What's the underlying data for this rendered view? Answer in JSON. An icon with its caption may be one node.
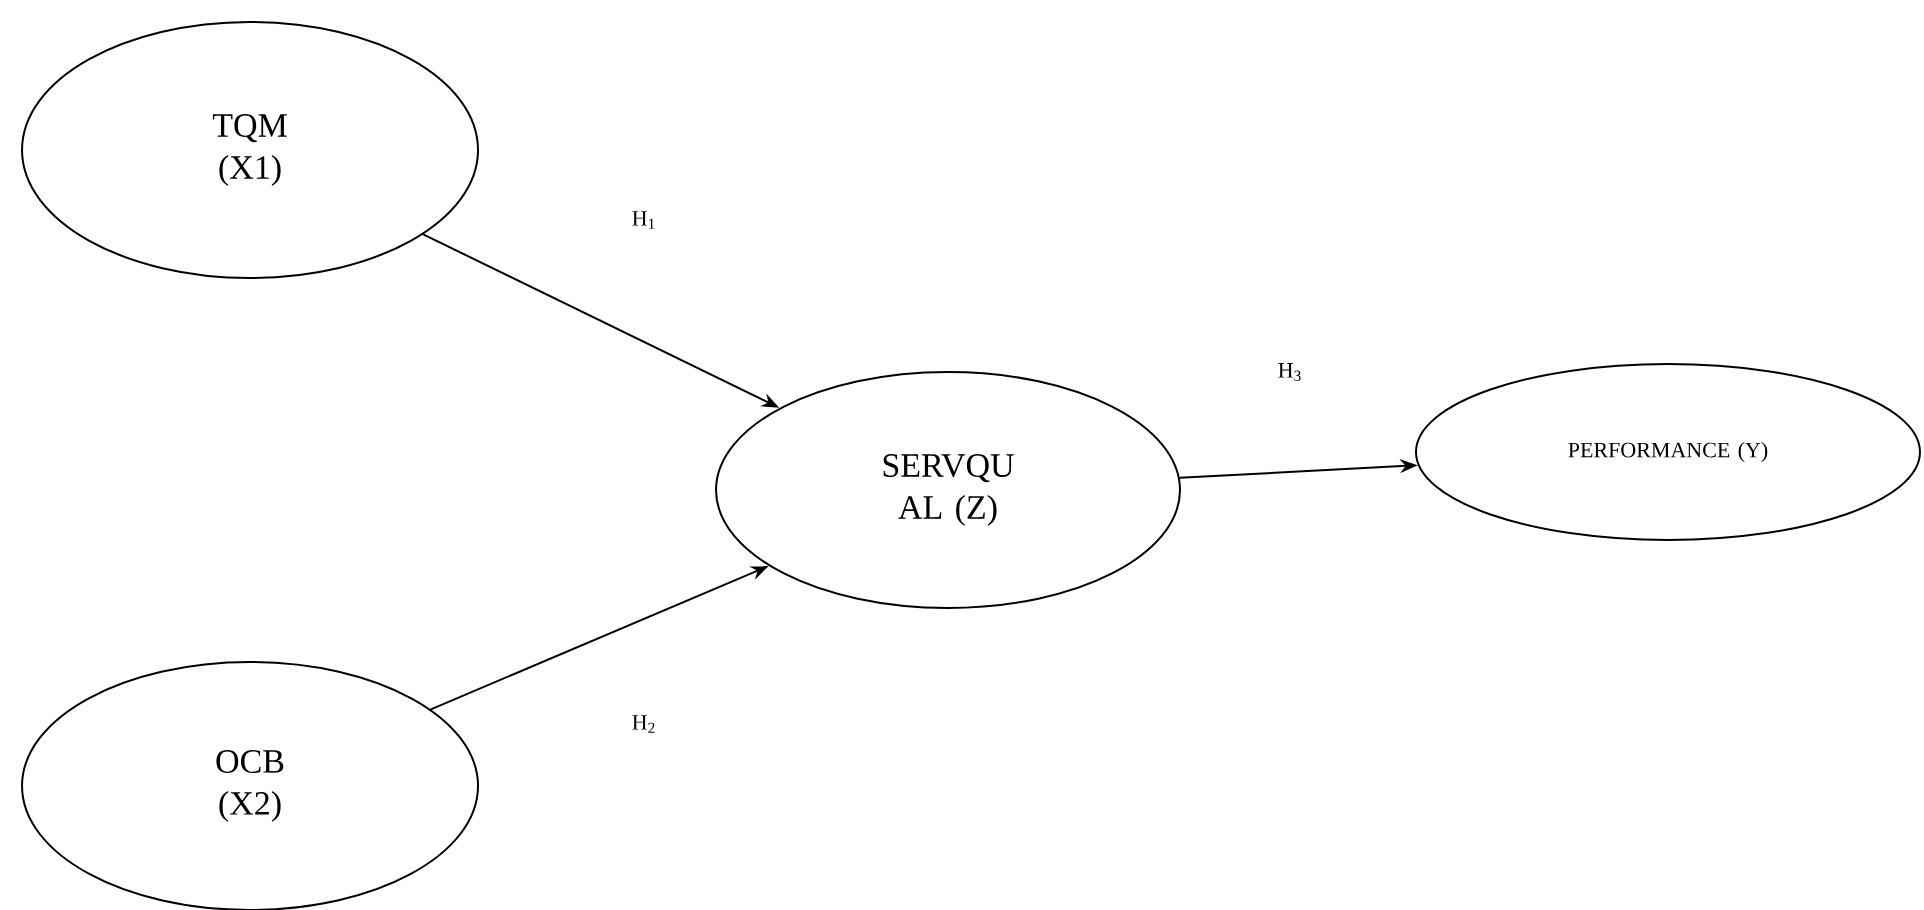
{
  "diagram": {
    "nodes": [
      {
        "text": [
          "TQM (X1)"
        ]
      },
      {
        "text": [
          "OCB (X2)"
        ]
      },
      {
        "text": [
          "SERVQU AL (Z)"
        ]
      },
      {
        "text": [
          "PERFORMANCE (Y)"
        ]
      }
    ],
    "edges": [
      {
        "from": 0,
        "to": 2,
        "arrow": "to",
        "label": "H$_{1}$"
      },
      {
        "from": 1,
        "to": 2,
        "arrow": "to",
        "label": "H$_{2}$"
      },
      {
        "from": 2,
        "to": 3,
        "arrow": "to",
        "label": "H$_{3}$"
      }
    ]
  }
}
